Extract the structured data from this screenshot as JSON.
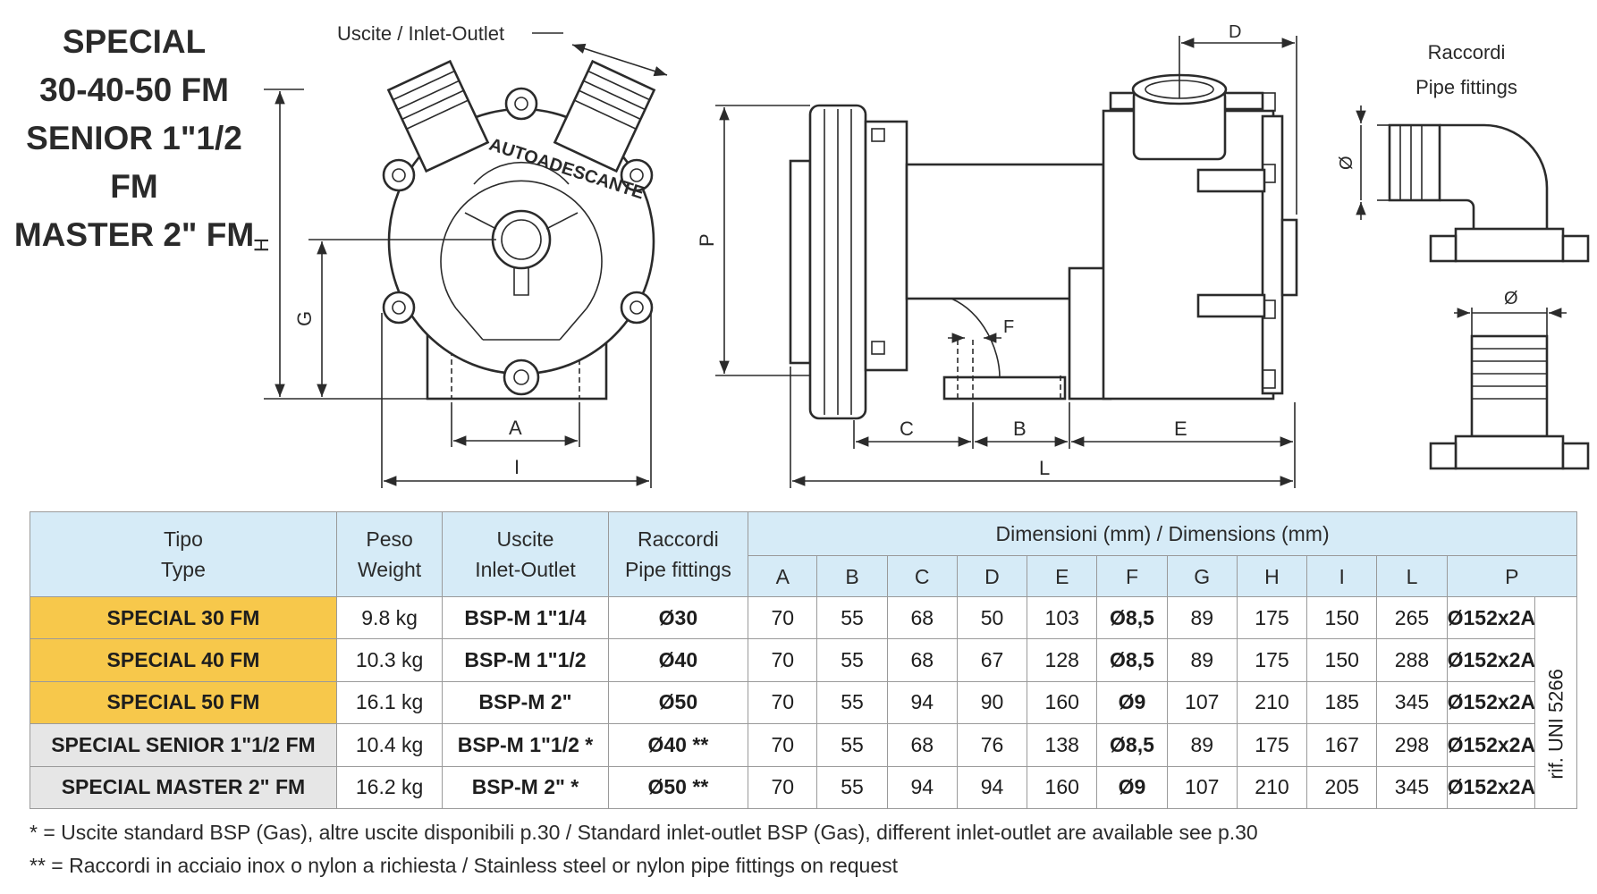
{
  "title_lines": [
    "SPECIAL",
    "30-40-50 FM",
    "SENIOR 1\"1/2 FM",
    "MASTER 2\" FM"
  ],
  "drawing": {
    "inlet_outlet": "Uscite / Inlet-Outlet",
    "pump_text": "AUTOADESCANTE",
    "pipe_fittings": [
      "Raccordi",
      "Pipe fittings"
    ],
    "dims": {
      "A": "A",
      "B": "B",
      "C": "C",
      "D": "D",
      "E": "E",
      "F": "F",
      "G": "G",
      "H": "H",
      "I": "I",
      "L": "L",
      "P": "P",
      "phi": "Ø"
    }
  },
  "table": {
    "headers": {
      "tipo": [
        "Tipo",
        "Type"
      ],
      "peso": [
        "Peso",
        "Weight"
      ],
      "uscite": [
        "Uscite",
        "Inlet-Outlet"
      ],
      "raccordi": [
        "Raccordi",
        "Pipe fittings"
      ],
      "dimensioni": "Dimensioni (mm) / Dimensions (mm)",
      "columns": [
        "A",
        "B",
        "C",
        "D",
        "E",
        "F",
        "G",
        "H",
        "I",
        "L",
        "P"
      ]
    },
    "rows": [
      {
        "type": "SPECIAL 30 FM",
        "weight": "9.8 kg",
        "outlet": "BSP-M 1\"1/4",
        "fitting": "Ø30",
        "dims": [
          "70",
          "55",
          "68",
          "50",
          "103",
          "Ø8,5",
          "89",
          "175",
          "150",
          "265",
          "Ø152x2A"
        ]
      },
      {
        "type": "SPECIAL 40 FM",
        "weight": "10.3 kg",
        "outlet": "BSP-M 1\"1/2",
        "fitting": "Ø40",
        "dims": [
          "70",
          "55",
          "68",
          "67",
          "128",
          "Ø8,5",
          "89",
          "175",
          "150",
          "288",
          "Ø152x2A"
        ]
      },
      {
        "type": "SPECIAL 50 FM",
        "weight": "16.1 kg",
        "outlet": "BSP-M 2\"",
        "fitting": "Ø50",
        "dims": [
          "70",
          "55",
          "94",
          "90",
          "160",
          "Ø9",
          "107",
          "210",
          "185",
          "345",
          "Ø152x2A"
        ]
      },
      {
        "type": "SPECIAL SENIOR 1\"1/2 FM",
        "weight": "10.4 kg",
        "outlet": "BSP-M 1\"1/2 *",
        "fitting": "Ø40 **",
        "dims": [
          "70",
          "55",
          "68",
          "76",
          "138",
          "Ø8,5",
          "89",
          "175",
          "167",
          "298",
          "Ø152x2A"
        ]
      },
      {
        "type": "SPECIAL MASTER 2\" FM",
        "weight": "16.2 kg",
        "outlet": "BSP-M 2\" *",
        "fitting": "Ø50 **",
        "dims": [
          "70",
          "55",
          "94",
          "94",
          "160",
          "Ø9",
          "107",
          "210",
          "205",
          "345",
          "Ø152x2A"
        ]
      }
    ],
    "side_note": "rif. UNI 5266"
  },
  "notes": [
    "* = Uscite standard BSP (Gas), altre uscite disponibili p.30 / Standard inlet-outlet BSP (Gas), different inlet-outlet are available see p.30",
    "** = Raccordi in acciaio inox o nylon a richiesta / Stainless steel or nylon pipe fittings on request"
  ],
  "colors": {
    "header_blue": "#d6ebf7",
    "row_yellow": "#f7c84b",
    "row_grey": "#e6e6e6"
  }
}
